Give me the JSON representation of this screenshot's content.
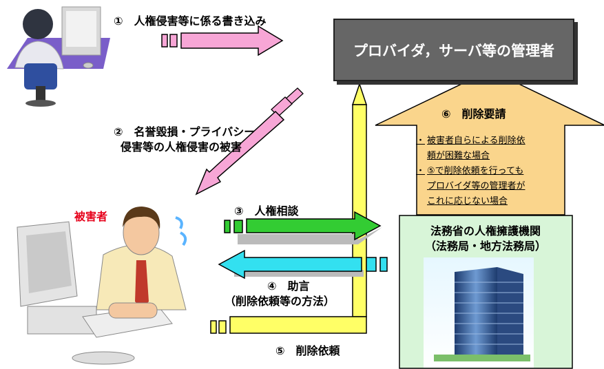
{
  "provider": {
    "label": "プロバイダ，サーバ等の管理者"
  },
  "steps": {
    "s1": "①　人権侵害等に係る書き込み",
    "s2_line1": "②　名誉毀損・プライバシー",
    "s2_line2": "侵害等の人権侵害の被害",
    "s3": "③　人権相談",
    "s4_line1": "④　助言",
    "s4_line2": "（削除依頼等の方法）",
    "s5": "⑤　削除依頼",
    "s6": "⑥　削除要請"
  },
  "request_conditions": {
    "bullet": "・",
    "item1_line1": "被害者自らによる削除依",
    "item1_line2": "頼が困難な場合",
    "item2_line1": "⑤で削除依頼を行っても",
    "item2_line2": "プロバイダ等の管理者が",
    "item2_line3": "これに応じない場合"
  },
  "organization": {
    "line1": "法務省の人権擁護機関",
    "line2": "（法務局・地方法務局）"
  },
  "victim": {
    "label": "被害者"
  },
  "colors": {
    "pink_arrow": "#f7a6d6",
    "green_arrow": "#33cc33",
    "cyan_arrow": "#33e0f0",
    "yellow_arrow": "#ffff66",
    "request_arrow": "#fad58c",
    "org_box": "#d8f5d8",
    "provider_box": "#666666",
    "victim_label": "#e6001a"
  },
  "icons": {
    "poster": "person-at-computer-back-view",
    "victim": "distressed-man-at-computer",
    "building": "office-building"
  }
}
